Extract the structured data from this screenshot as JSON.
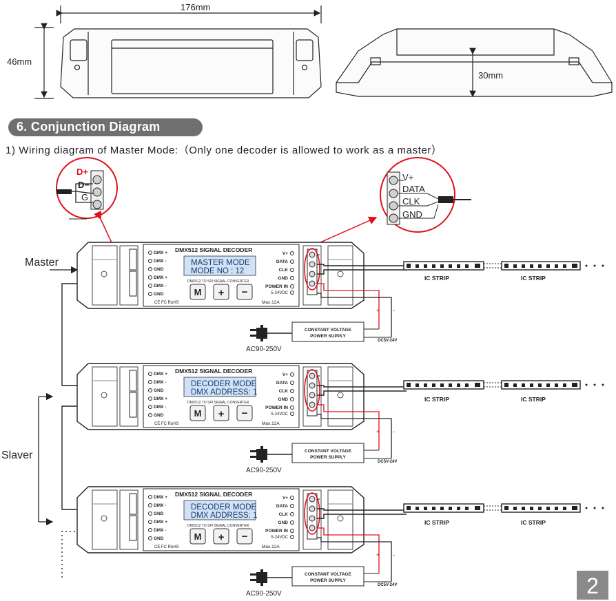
{
  "dimensions": {
    "width_label": "176mm",
    "height_label": "46mm",
    "depth_label": "30mm"
  },
  "section": {
    "title": "6. Conjunction Diagram"
  },
  "intro": "1) Wiring diagram of Master Mode:（Only one decoder is allowed to work as a master）",
  "roles": {
    "master": "Master",
    "slaver": "Slaver"
  },
  "zoom_left": {
    "labels": [
      "D+",
      "D−",
      "G"
    ]
  },
  "zoom_right": {
    "labels": [
      "V+",
      "DATA",
      "CLK",
      "GND"
    ]
  },
  "decoder": {
    "title": "DMX512 SIGNAL DECODER",
    "subtitle": "DMX512 TO SPI SIGNAL CONVERTER",
    "dmx_labels": [
      "DMX +",
      "DMX -",
      "GND",
      "DMX +",
      "DMX -",
      "GND"
    ],
    "out_labels": [
      "V+",
      "DATA",
      "CLK",
      "GND"
    ],
    "power_in": "POWER IN",
    "power_range": "5-24VDC",
    "max_current": "Max.12A",
    "certs": "CE FC RoHS",
    "buttons": [
      "M",
      "+",
      "−"
    ]
  },
  "units": [
    {
      "lcd_line1": "MASTER  MODE",
      "lcd_line2": "MODE NO  :  12"
    },
    {
      "lcd_line1": "DECODER  MODE",
      "lcd_line2": "DMX ADDRESS: 1"
    },
    {
      "lcd_line1": "DECODER  MODE",
      "lcd_line2": "DMX ADDRESS: 1"
    }
  ],
  "strip_label": "IC STRIP",
  "power_supply": {
    "line1": "CONSTANT VOLTAGE",
    "line2": "POWER SUPPLY",
    "output": "DC5V-24V",
    "plus": "+",
    "minus": "-"
  },
  "ac_label": "AC90-250V",
  "page_number": "2"
}
